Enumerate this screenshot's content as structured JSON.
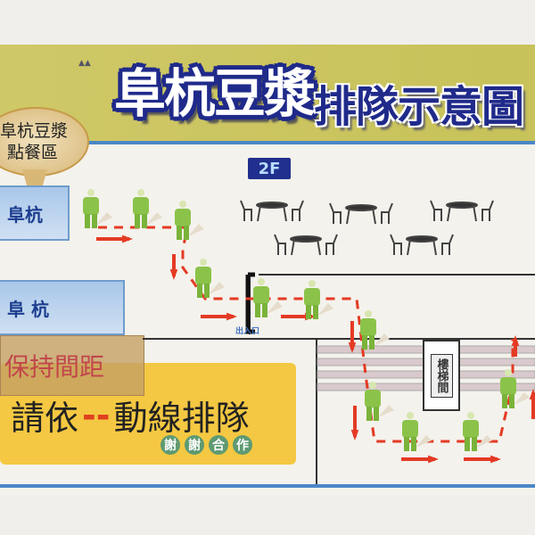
{
  "title": {
    "brand": "阜杭豆漿",
    "subtitle": "排隊示意圖"
  },
  "bubble": {
    "line1": "阜杭豆漿",
    "line2": "點餐區"
  },
  "shops": [
    {
      "label": "阜杭"
    },
    {
      "label": "阜 杭"
    }
  ],
  "floor_label": "2F",
  "entrance_label": "出入口",
  "stairwell_label": "樓梯間",
  "tape_note": "保持間距",
  "instruction": {
    "before": "請依",
    "dash": "--",
    "after": "動線排隊"
  },
  "thanks": [
    "謝",
    "謝",
    "合",
    "作"
  ],
  "colors": {
    "band": "#c8c25a",
    "navy": "#1f2a8a",
    "figure": "#8bc34a",
    "arrow": "#e43a24",
    "yellow_box": "#f4c842"
  }
}
